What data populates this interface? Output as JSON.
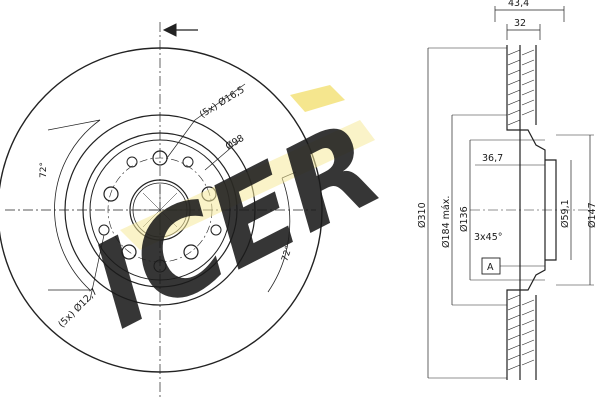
{
  "logo": {
    "text": "ICER",
    "color": "#4a5bd9",
    "accent_color": "#f3e27a"
  },
  "front_view": {
    "dimensions": {
      "bolt_hole": "(5x) Ø16,5",
      "pitch_circle": "Ø98",
      "angle_right": "72°",
      "angle_left": "72°",
      "small_hole": "(5x) Ø12,7"
    }
  },
  "side_view": {
    "dimensions": {
      "total_width": "43,4",
      "hub_width": "32",
      "outer_diameter": "Ø310",
      "friction_inner_diameter": "Ø184 máx.",
      "hat_diameter": "Ø136",
      "hat_height": "36,7",
      "chamfer": "3x45°",
      "center_bore": "Ø59,1",
      "hat_outer_diameter": "Ø147",
      "reference": "A"
    }
  },
  "colors": {
    "line": "#222222",
    "fill_light": "#f4f4f4"
  }
}
